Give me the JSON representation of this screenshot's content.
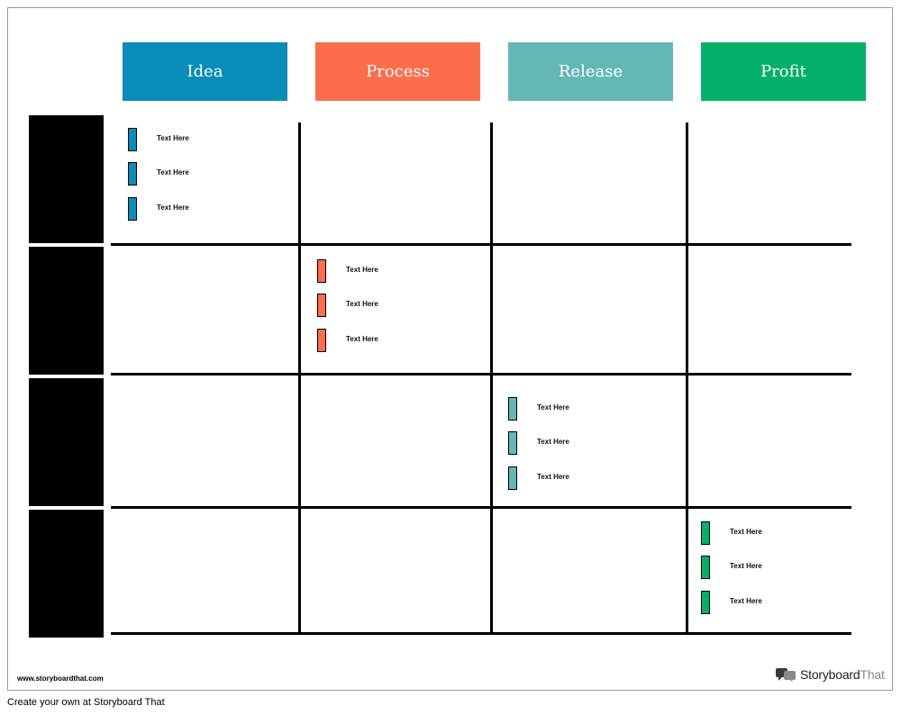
{
  "columns": [
    {
      "label": "Idea",
      "color": "#0a8db8"
    },
    {
      "label": "Process",
      "color": "#fb6d4d"
    },
    {
      "label": "Release",
      "color": "#63b8b4"
    },
    {
      "label": "Profit",
      "color": "#05b06a"
    }
  ],
  "rows": [
    {
      "items": [
        "Text Here",
        "Text Here",
        "Text Here"
      ]
    },
    {
      "items": [
        "Text Here",
        "Text Here",
        "Text Here"
      ]
    },
    {
      "items": [
        "Text Here",
        "Text Here",
        "Text Here"
      ]
    },
    {
      "items": [
        "Text Here",
        "Text Here",
        "Text Here"
      ]
    }
  ],
  "footer": {
    "site_url": "www.storyboardthat.com",
    "brand_main": "Storyboard",
    "brand_accent": "That",
    "caption": "Create your own at Storyboard That"
  }
}
